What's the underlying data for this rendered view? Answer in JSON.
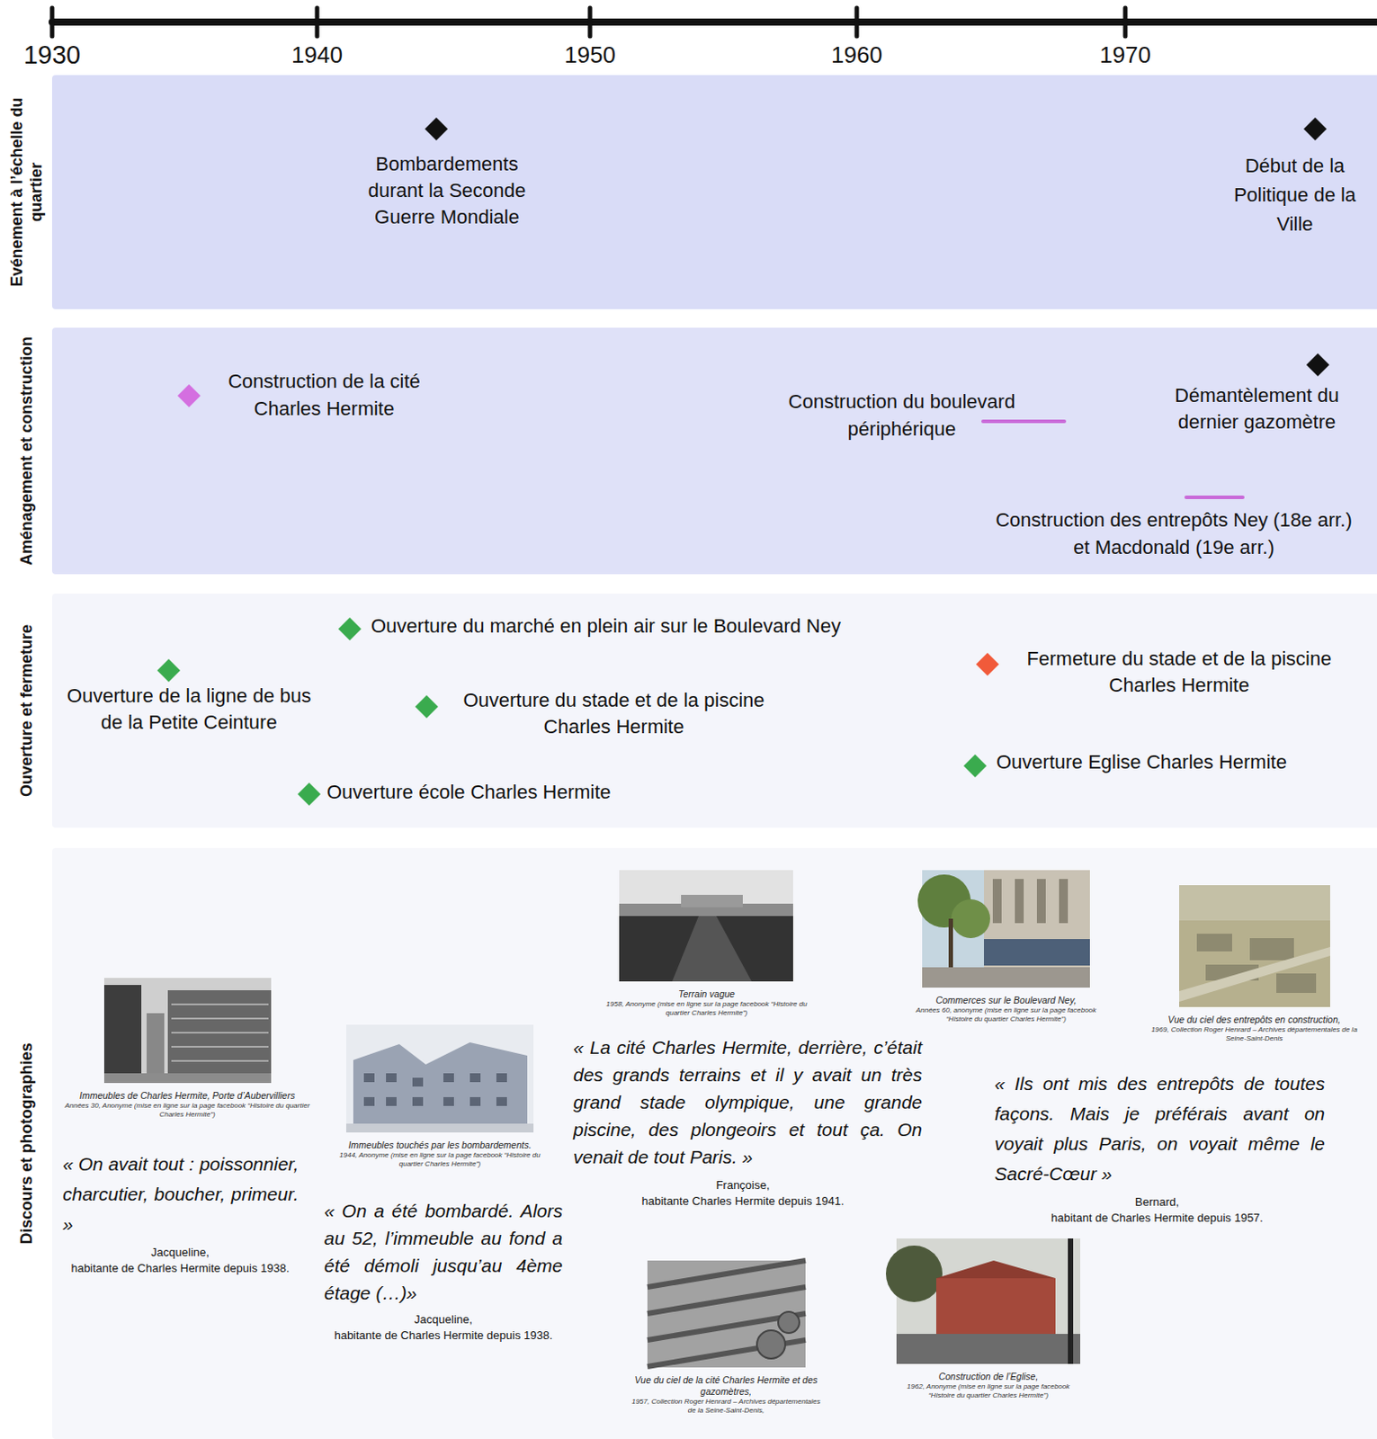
{
  "diagram": {
    "nodes": [
      {
        "text": [
          "Evénement à l’échelle du quartier"
        ]
      },
      {
        "text": [
          "Bombardements durant la Seconde Guerre Mondiale"
        ],
        "in": 0
      },
      {
        "text": [
          "Début de la Politique de la Ville"
        ],
        "in": 0
      },
      {
        "text": [
          "Aménagement et construction"
        ]
      },
      {
        "text": [
          "Construction de la cité Charles Hermite"
        ],
        "in": 3
      },
      {
        "text": [
          "Construction du boulevard périphérique"
        ],
        "in": 3
      },
      {
        "text": [
          "Démantèlement du dernier gazomètre"
        ],
        "in": 3
      },
      {
        "text": [
          "Construction des entrepôts Ney (18e arr.) et Macdonald (19e arr.)"
        ],
        "in": 3
      },
      {
        "text": [
          "Ouverture et fermeture"
        ]
      },
      {
        "text": [
          "Ouverture du marché en plein air sur le Boulevard Ney"
        ],
        "in": 8
      },
      {
        "text": [
          "Ouverture de la ligne de bus de la Petite Ceinture"
        ],
        "in": 8
      },
      {
        "text": [
          "Fermeture du stade et de la piscine Charles Hermite"
        ],
        "in": 8
      },
      {
        "text": [
          "Ouverture du stade et de la piscine Charles Hermite"
        ],
        "in": 8
      },
      {
        "text": [
          "Ouverture Eglise Charles Hermite"
        ],
        "in": 8
      },
      {
        "text": [
          "Ouverture école Charles Hermite"
        ],
        "in": 8
      },
      {
        "text": [
          "Discours et photographies"
        ]
      },
      {
        "text": [
          "Immeubles de Charles Hermite, Porte d’Aubervilliers",
          "Années 30, Anonyme (mise en ligne sur la page facebook “Histoire du quartier Charles Hermite”)"
        ],
        "in": 15
      },
      {
        "text": [
          "Immeubles touchés par les bombardements.",
          "1944, Anonyme (mise en ligne sur la page facebook “Histoire du quartier Charles Hermite”)"
        ],
        "in": 15
      },
      {
        "text": [
          "Terrain vague",
          "1958, Anonyme (mise en ligne sur la page facebook “Histoire du quartier Charles Hermite”)"
        ],
        "in": 15
      },
      {
        "text": [
          "Commerces sur le Boulevard Ney,",
          "Années 60, anonyme (mise en ligne sur la page facebook “Histoire du quartier Charles Hermite”)"
        ],
        "in": 15
      },
      {
        "text": [
          "Vue du ciel des entrepôts en construction,",
          "1969, Collection Roger Henrard – Archives départementales de la Seine-Saint-Denis"
        ],
        "in": 15
      },
      {
        "text": [
          "Vue du ciel de la cité Charles Hermite et des gazomètres,",
          "1957, Collection Roger Henrard – Archives départementales de la Seine-Saint-Denis,"
        ],
        "in": 15
      },
      {
        "text": [
          "Construction de l’Eglise,",
          "1962, Anonyme (mise en ligne sur la page facebook “Histoire du quartier Charles Hermite”)"
        ],
        "in": 15
      }
    ],
    "labels": [
      "1930",
      "1940",
      "1950",
      "1960",
      "1970",
      "« On avait tout : poissonnier, charcutier, boucher, primeur. »",
      "Jacqueline,",
      "habitante de Charles Hermite depuis 1938.",
      "« On a été bombardé. Alors au 52, l’immeuble au fond a été démoli jusqu’au 4ème étage (…)»",
      "Jacqueline,",
      "habitante de Charles Hermite depuis 1938.",
      "« La cité Charles Hermite, derrière, c’était des grands terrains et il y avait un très grand stade olympique, une grande piscine, des plongeoirs et tout ça. On venait de tout Paris. »",
      "Françoise,",
      "habitante Charles Hermite depuis 1941.",
      "« Ils ont mis des entrepôts de toutes façons. Mais je préférais avant on voyait plus Paris, on voyait même le Sacré-Cœur »",
      "Bernard,",
      "habitant de Charles Hermite depuis 1957."
    ]
  }
}
